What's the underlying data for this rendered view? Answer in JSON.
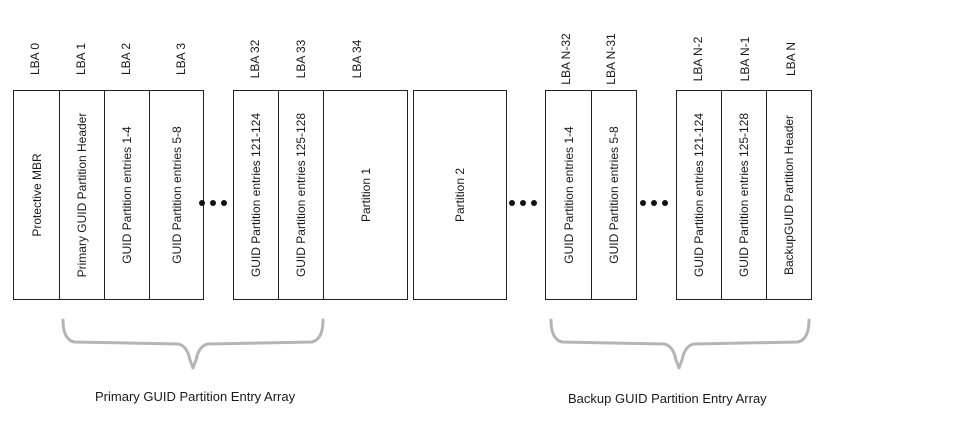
{
  "lba_labels": [
    "LBA 0",
    "LBA 1",
    "LBA 2",
    "LBA 3",
    "LBA 32",
    "LBA 33",
    "LBA 34",
    "LBA N-32",
    "LBA N-31",
    "LBA N-2",
    "LBA N-1",
    "LBA N"
  ],
  "blocks": {
    "protective_mbr": "Protective MBR",
    "primary_header": "Primary GUID Partition Header",
    "entries_1_4": "GUID Partition entries 1-4",
    "entries_5_8": "GUID Partition entries 5-8",
    "entries_121_124": "GUID Partition entries 121-124",
    "entries_125_128": "GUID Partition entries 125-128",
    "partition_1": "Partition 1",
    "partition_2": "Partition 2",
    "backup_entries_1_4": "GUID Partition entries 1-4",
    "backup_entries_5_8": "GUID Partition entries 5-8",
    "backup_entries_121_124": "GUID Partition entries 121-124",
    "backup_entries_125_128": "GUID Partition entries 125-128",
    "backup_header": "BackupGUID Partition Header"
  },
  "arrays": {
    "primary": "Primary GUID Partition Entry Array",
    "backup": "Backup GUID Partition Entry Array"
  },
  "colors": {
    "border": "#222222",
    "brace": "#b5b5b5",
    "text": "#1a1a1a"
  }
}
